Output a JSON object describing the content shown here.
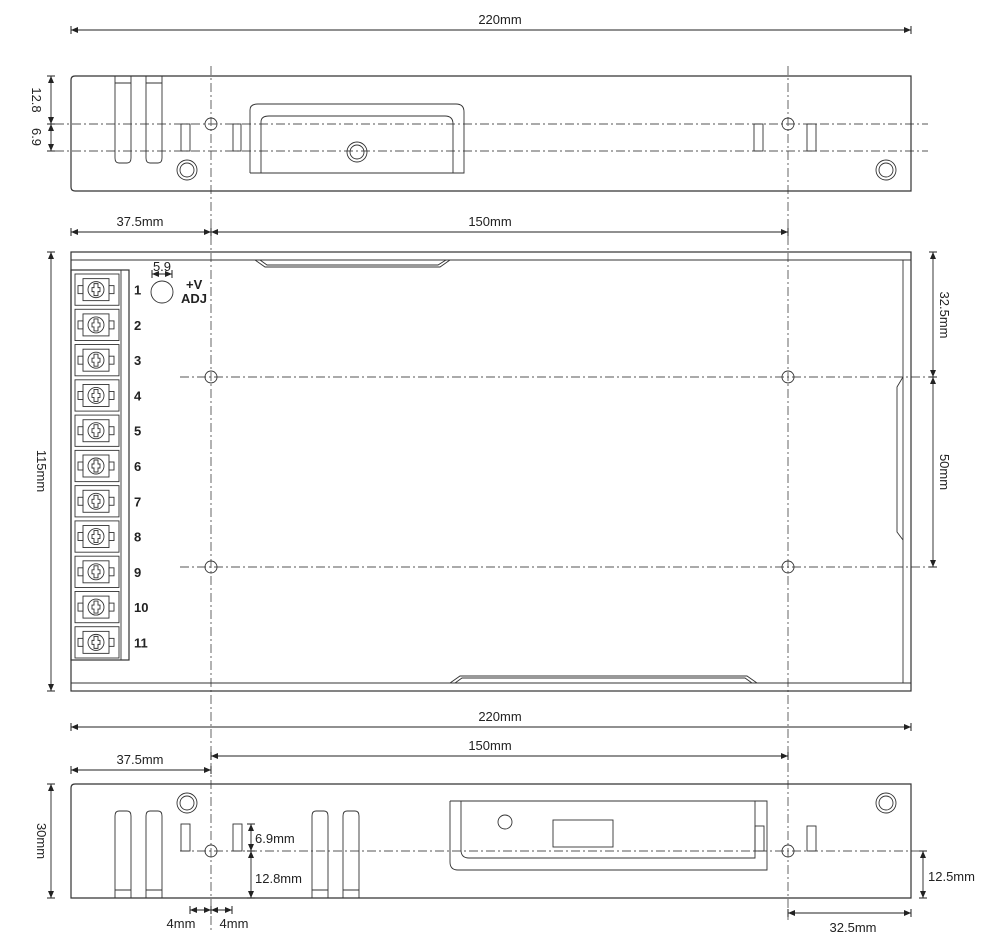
{
  "top_view": {
    "width_label": "220mm",
    "dim_upper": "12.8",
    "dim_lower": "6.9"
  },
  "front_view": {
    "left_offset": "37.5mm",
    "hole_spacing": "150mm",
    "height_label": "115mm",
    "right_top": "32.5mm",
    "right_spacing": "50mm",
    "pot_dim": "5.9",
    "pot_label_1": "+V",
    "pot_label_2": "ADJ",
    "terminals": [
      "1",
      "2",
      "3",
      "4",
      "5",
      "6",
      "7",
      "8",
      "9",
      "10",
      "11"
    ]
  },
  "side_view": {
    "width_label": "220mm",
    "hole_spacing": "150mm",
    "left_offset": "37.5mm",
    "height_label": "30mm",
    "dim_upper": "6.9mm",
    "dim_lower": "12.8mm",
    "right_height": "12.5mm",
    "right_offset": "32.5mm",
    "slot_left": "4mm",
    "slot_right": "4mm"
  }
}
